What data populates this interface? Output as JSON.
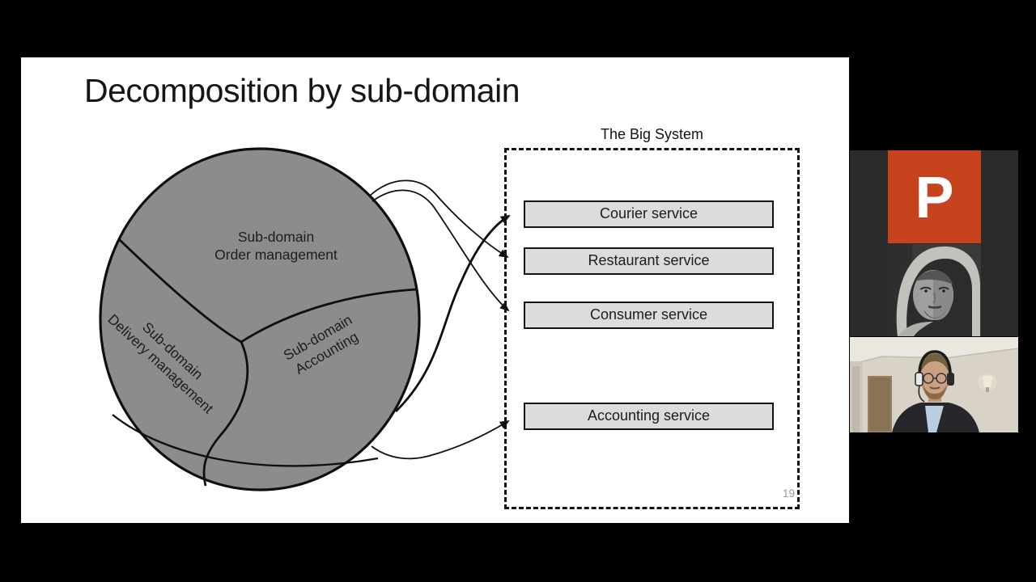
{
  "window": {
    "background_color": "#000000"
  },
  "slide": {
    "title": "Decomposition by sub-domain",
    "page_number": "19",
    "domain_circle": {
      "fill_color": "#8c8c8c",
      "order": {
        "line1": "Sub-domain",
        "line2": "Order management"
      },
      "delivery": {
        "line1": "Sub-domain",
        "line2": "Delivery management"
      },
      "accounting": {
        "line1": "Sub-domain",
        "line2": "Accounting"
      }
    },
    "big_system": {
      "label": "The Big System",
      "services": [
        "Courier service",
        "Restaurant service",
        "Consumer service",
        "Accounting service"
      ],
      "box_fill_color": "#dcdcdc"
    },
    "ink_color": "#141414",
    "page_number_color": "#989898"
  },
  "sidebar": {
    "tiles": [
      {
        "type": "app-logo",
        "label": "P",
        "color": "#c7431d"
      },
      {
        "type": "webcam-grayscale-hoodie"
      },
      {
        "type": "webcam-color-headphones"
      }
    ]
  }
}
